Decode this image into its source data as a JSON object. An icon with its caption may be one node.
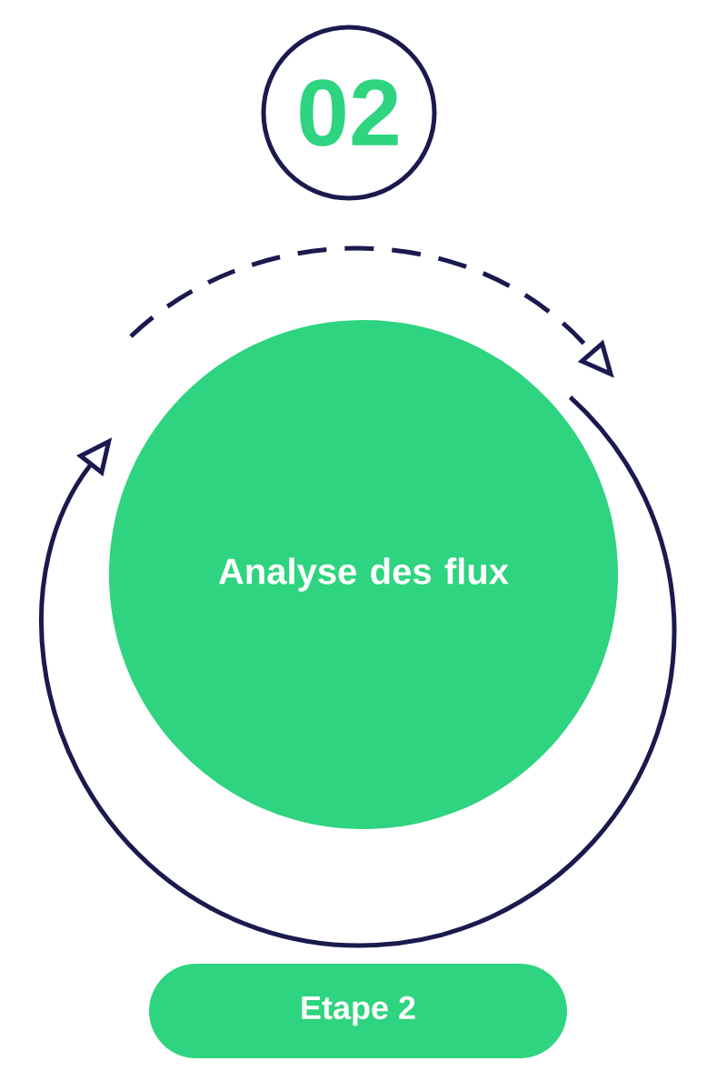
{
  "diagram": {
    "nodes": [
      {
        "text": [
          "02"
        ]
      },
      {
        "text": [
          "Analyse des flux"
        ]
      },
      {
        "text": [
          "Etape 2"
        ]
      }
    ]
  }
}
